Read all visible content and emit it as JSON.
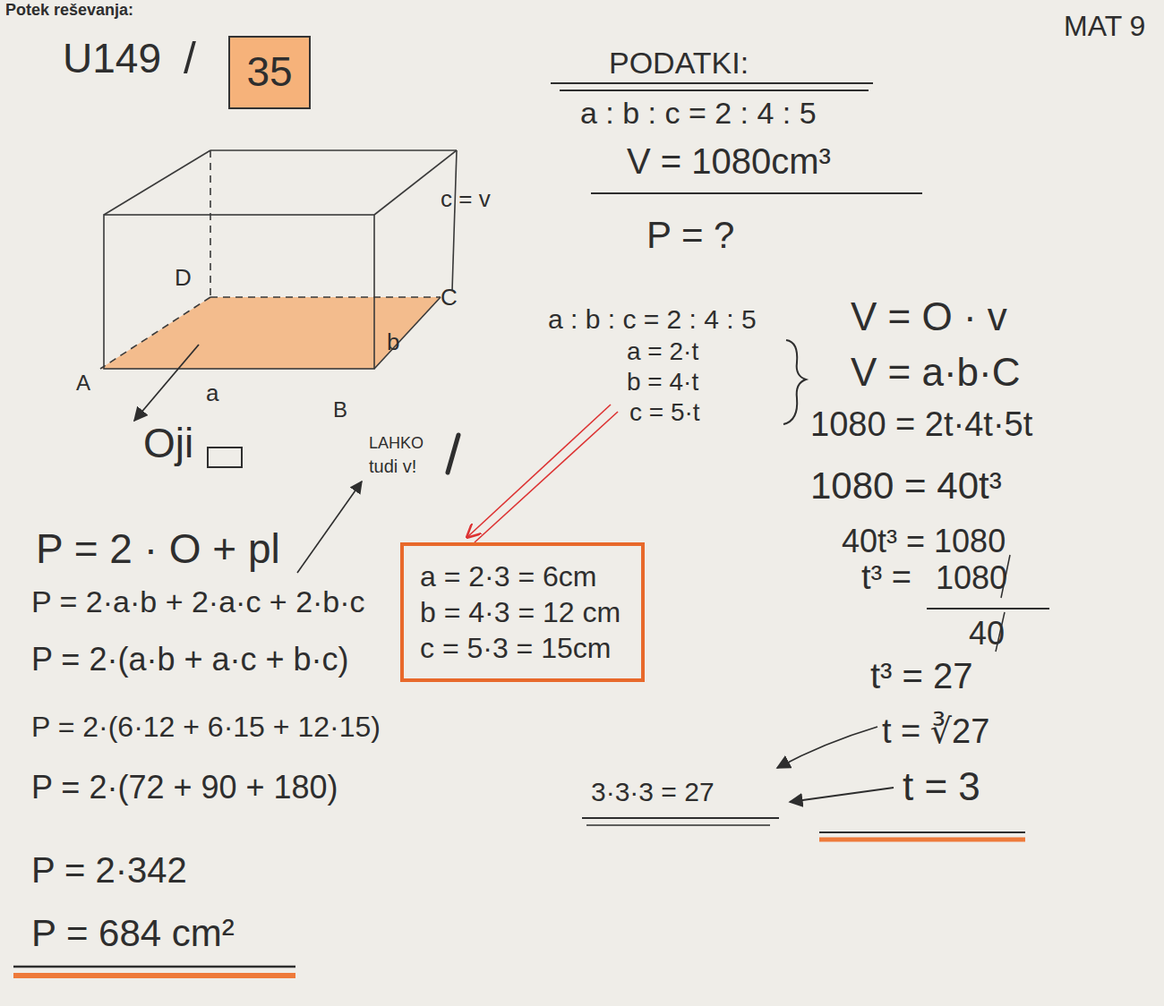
{
  "diagram": {
    "nodes": [
      {
        "text": [
          "35"
        ]
      },
      {
        "text": [
          "a = 2·3 = 6cm",
          "b = 4·3 = 12 cm",
          "c = 5·3 = 15cm"
        ]
      }
    ],
    "labels": [
      "Potek reševanja:",
      "U149",
      "/",
      "MAT 9",
      "PODATKI:",
      "a : b : c = 2 : 4 : 5",
      "V = 1080cm³",
      "P = ?",
      "c = v",
      "D",
      "C",
      "A",
      "a",
      "B",
      "b",
      "Oji",
      "a : b : c = 2 : 4 : 5",
      "a = 2·t",
      "b = 4·t",
      "c = 5·t",
      "V = O · v",
      "V = a·b·C",
      "1080 = 2t·4t·5t",
      "1080 = 40t³",
      "40t³ = 1080",
      "t³ =",
      "1080",
      "40",
      "t³ = 27",
      "t = ∛27",
      "t = 3",
      "3·3·3 = 27",
      "LAHKO",
      "tudi v!",
      "P = 2 · O + pl",
      "P = 2·a·b + 2·a·c + 2·b·c",
      "P = 2·(a·b + a·c + b·c)",
      "P = 2·(6·12 + 6·15 + 12·15)",
      "P = 2·(72 + 90 + 180)",
      "P = 2·342",
      "P = 684 cm²"
    ]
  }
}
